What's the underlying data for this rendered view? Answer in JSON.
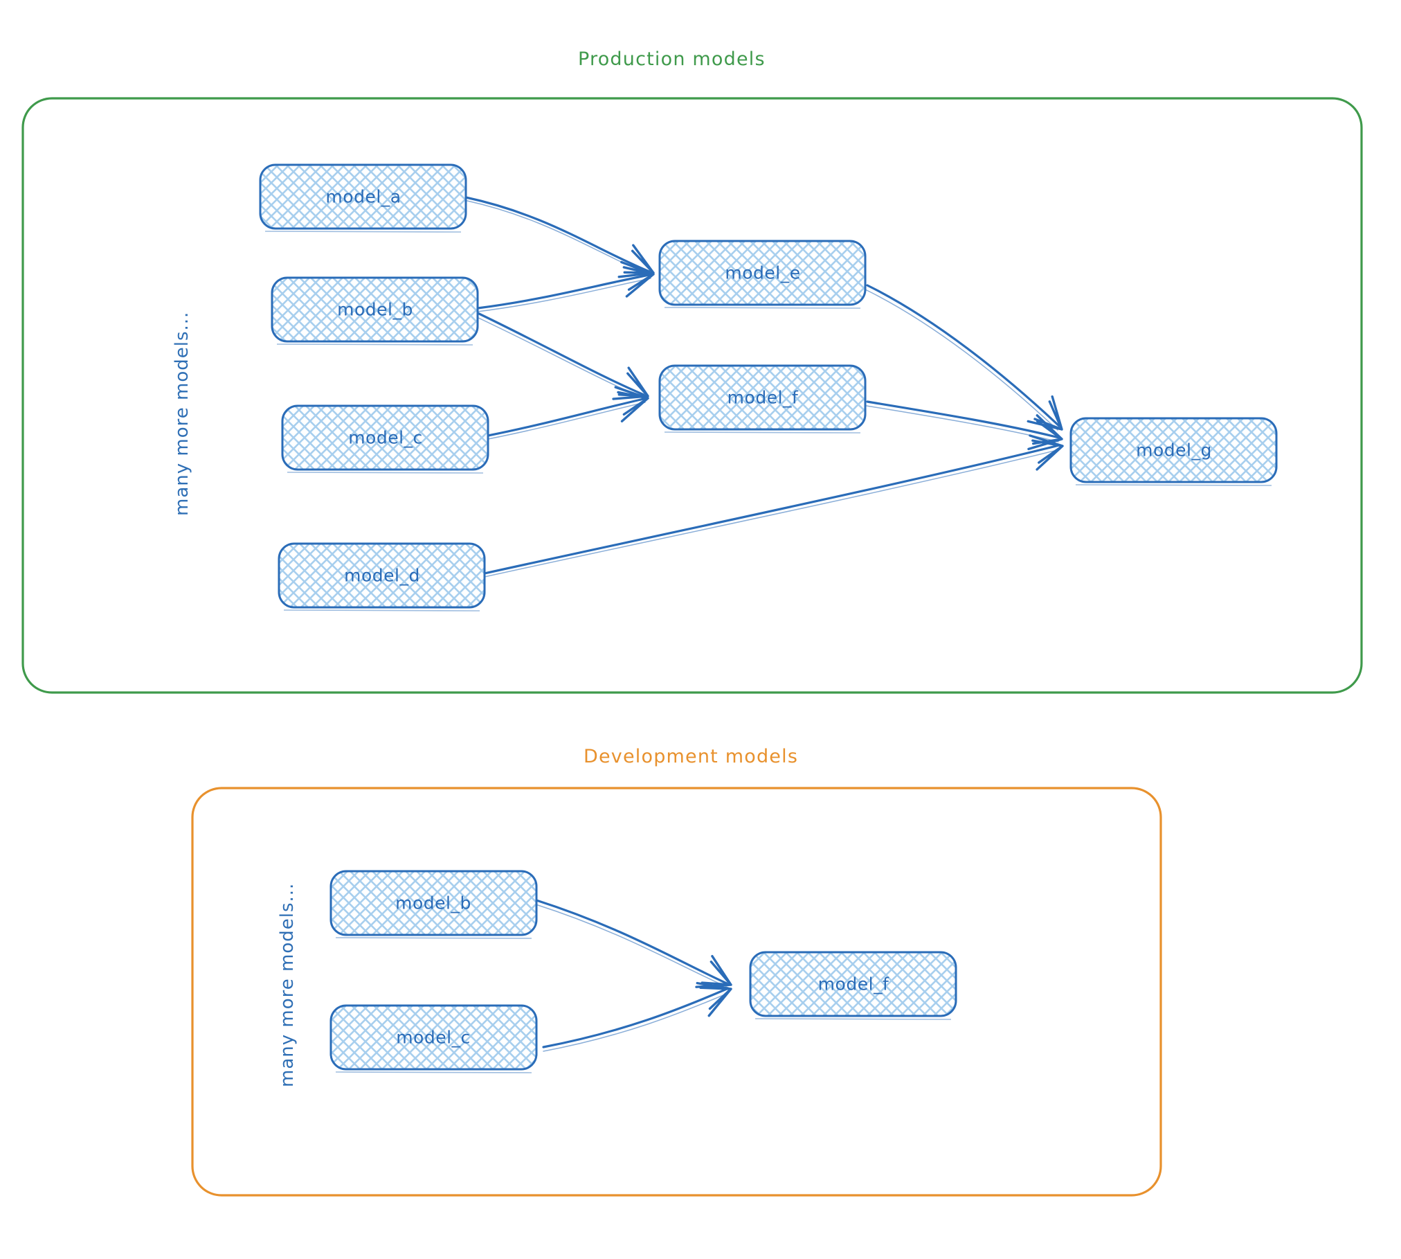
{
  "diagram": {
    "type": "model-lineage-dag",
    "colors": {
      "production_border": "#3f9a4b",
      "development_border": "#e8912d",
      "node_stroke": "#2a6cb8",
      "node_fill_hatch": "#9cc6ea",
      "edge_stroke": "#2a6cb8",
      "background": "#ffffff"
    },
    "groups": [
      {
        "id": "production",
        "title": "Production models",
        "side_label": "many more models...",
        "nodes": [
          {
            "id": "prod-model-a",
            "label": "model_a"
          },
          {
            "id": "prod-model-b",
            "label": "model_b"
          },
          {
            "id": "prod-model-c",
            "label": "model_c"
          },
          {
            "id": "prod-model-d",
            "label": "model_d"
          },
          {
            "id": "prod-model-e",
            "label": "model_e"
          },
          {
            "id": "prod-model-f",
            "label": "model_f"
          },
          {
            "id": "prod-model-g",
            "label": "model_g"
          }
        ],
        "edges": [
          {
            "from": "model_a",
            "to": "model_e"
          },
          {
            "from": "model_b",
            "to": "model_e"
          },
          {
            "from": "model_b",
            "to": "model_f"
          },
          {
            "from": "model_c",
            "to": "model_f"
          },
          {
            "from": "model_e",
            "to": "model_g"
          },
          {
            "from": "model_f",
            "to": "model_g"
          },
          {
            "from": "model_d",
            "to": "model_g"
          }
        ]
      },
      {
        "id": "development",
        "title": "Development models",
        "side_label": "many more models...",
        "nodes": [
          {
            "id": "dev-model-b",
            "label": "model_b"
          },
          {
            "id": "dev-model-c",
            "label": "model_c"
          },
          {
            "id": "dev-model-f",
            "label": "model_f"
          }
        ],
        "edges": [
          {
            "from": "model_b",
            "to": "model_f"
          },
          {
            "from": "model_c",
            "to": "model_f"
          }
        ]
      }
    ]
  }
}
